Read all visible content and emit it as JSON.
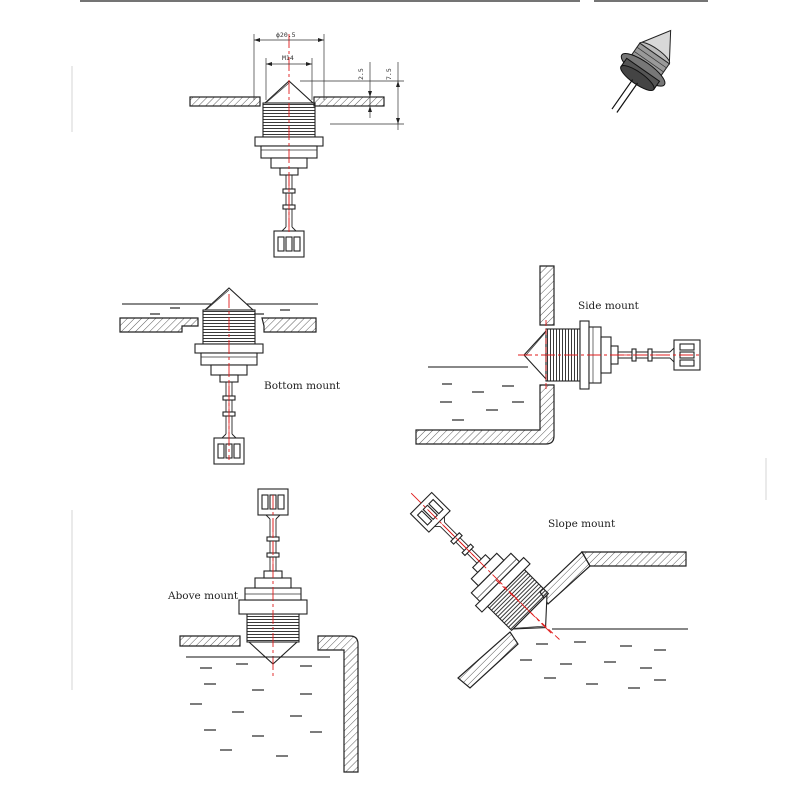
{
  "figure": {
    "labels": {
      "bottom_mount": "Bottom mount",
      "side_mount": "Side mount",
      "above_mount": "Above mount",
      "slope_mount": "Slope mount"
    },
    "dimensions": {
      "outer_diameter": "ϕ20.5",
      "thread": "M14",
      "wall_thickness": "2.5",
      "overall_height": "7.5"
    }
  },
  "colors": {
    "line": "#222222",
    "center_axis": "#e01b1b",
    "background": "#ffffff"
  },
  "icons": {
    "sensor_photo": "3d-sensor-render-icon"
  }
}
